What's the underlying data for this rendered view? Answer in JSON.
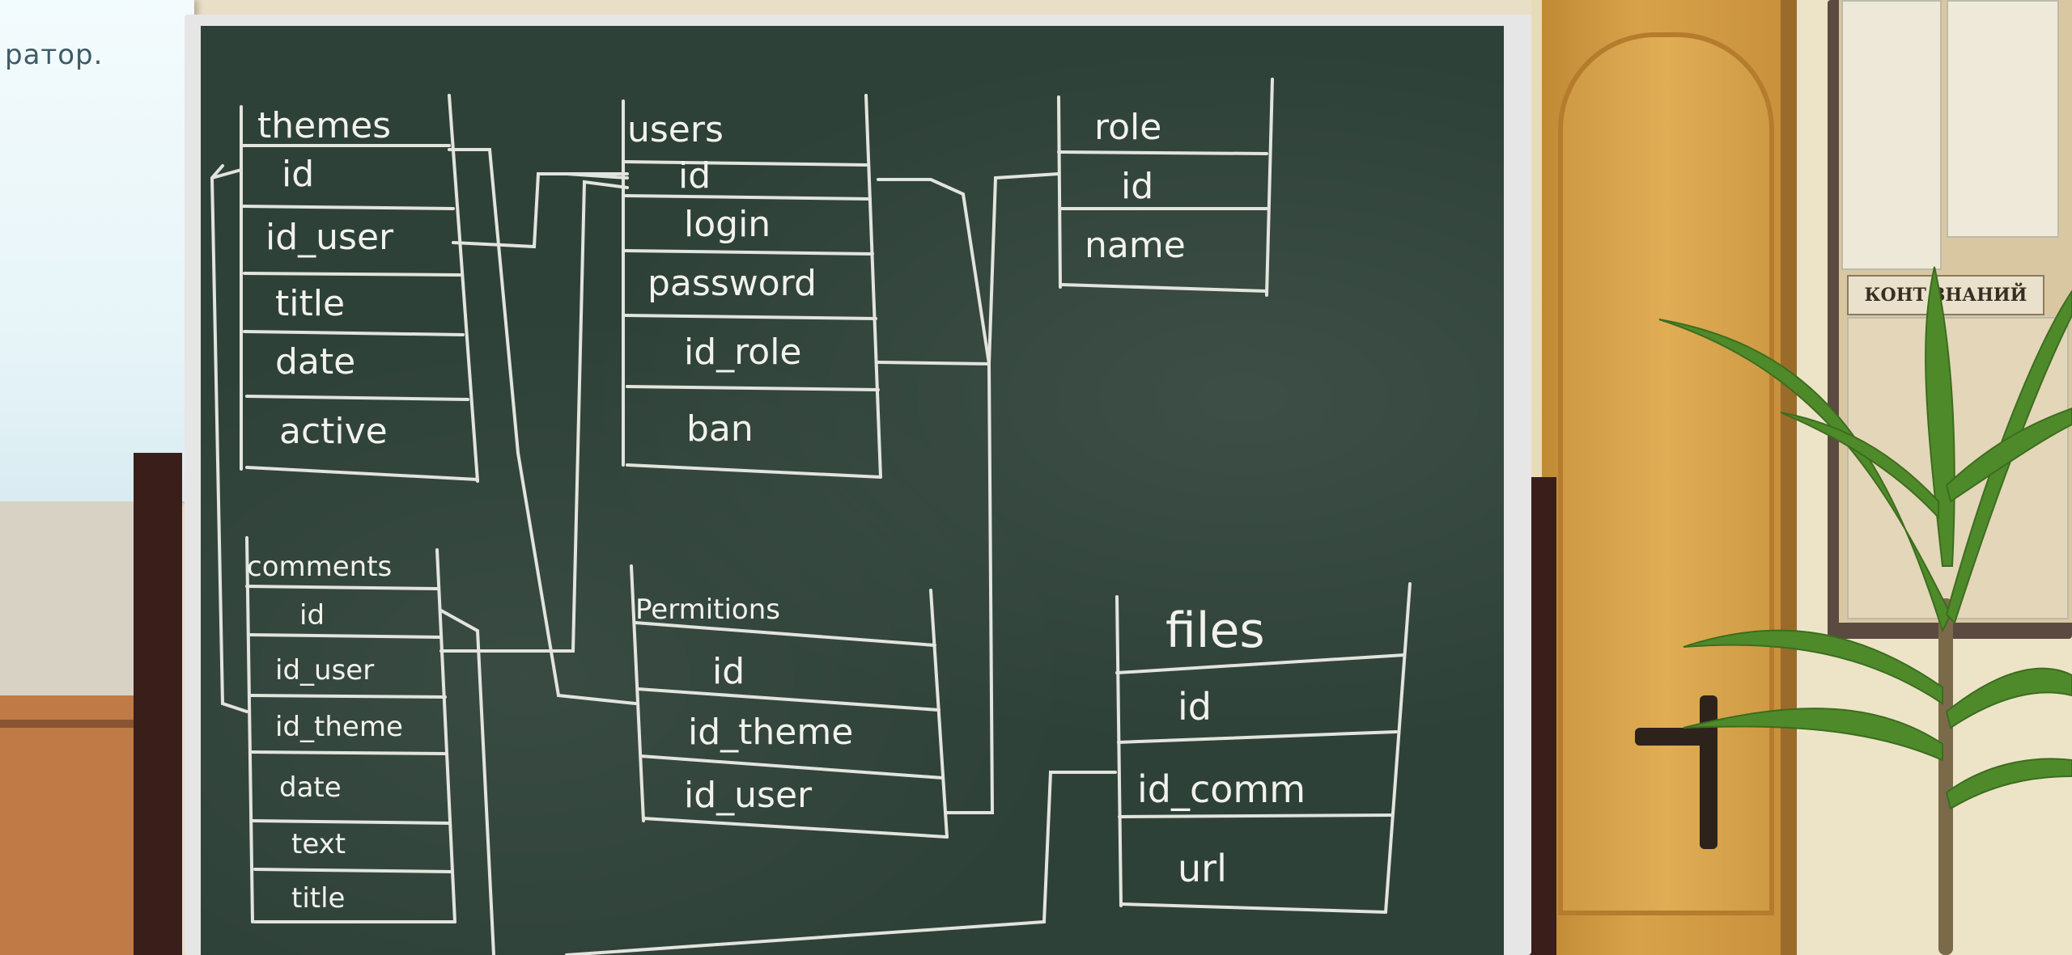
{
  "screen": {
    "text": "ратор."
  },
  "wall_sign": {
    "text": "КОНТ ЗНАНИЙ"
  },
  "tables": {
    "themes": {
      "name": "themes",
      "fields": [
        "id",
        "id_user",
        "title",
        "date",
        "active"
      ]
    },
    "users": {
      "name": "users",
      "fields": [
        "id",
        "login",
        "password",
        "id_role",
        "ban"
      ]
    },
    "role": {
      "name": "role",
      "fields": [
        "id",
        "name"
      ]
    },
    "comments": {
      "name": "comments",
      "fields": [
        "id",
        "id_user",
        "id_theme",
        "date",
        "text",
        "title"
      ]
    },
    "permitions": {
      "name": "Permitions",
      "fields": [
        "id",
        "id_theme",
        "id_user"
      ]
    },
    "files": {
      "name": "files",
      "fields": [
        "id",
        "id_comm",
        "url"
      ]
    }
  }
}
